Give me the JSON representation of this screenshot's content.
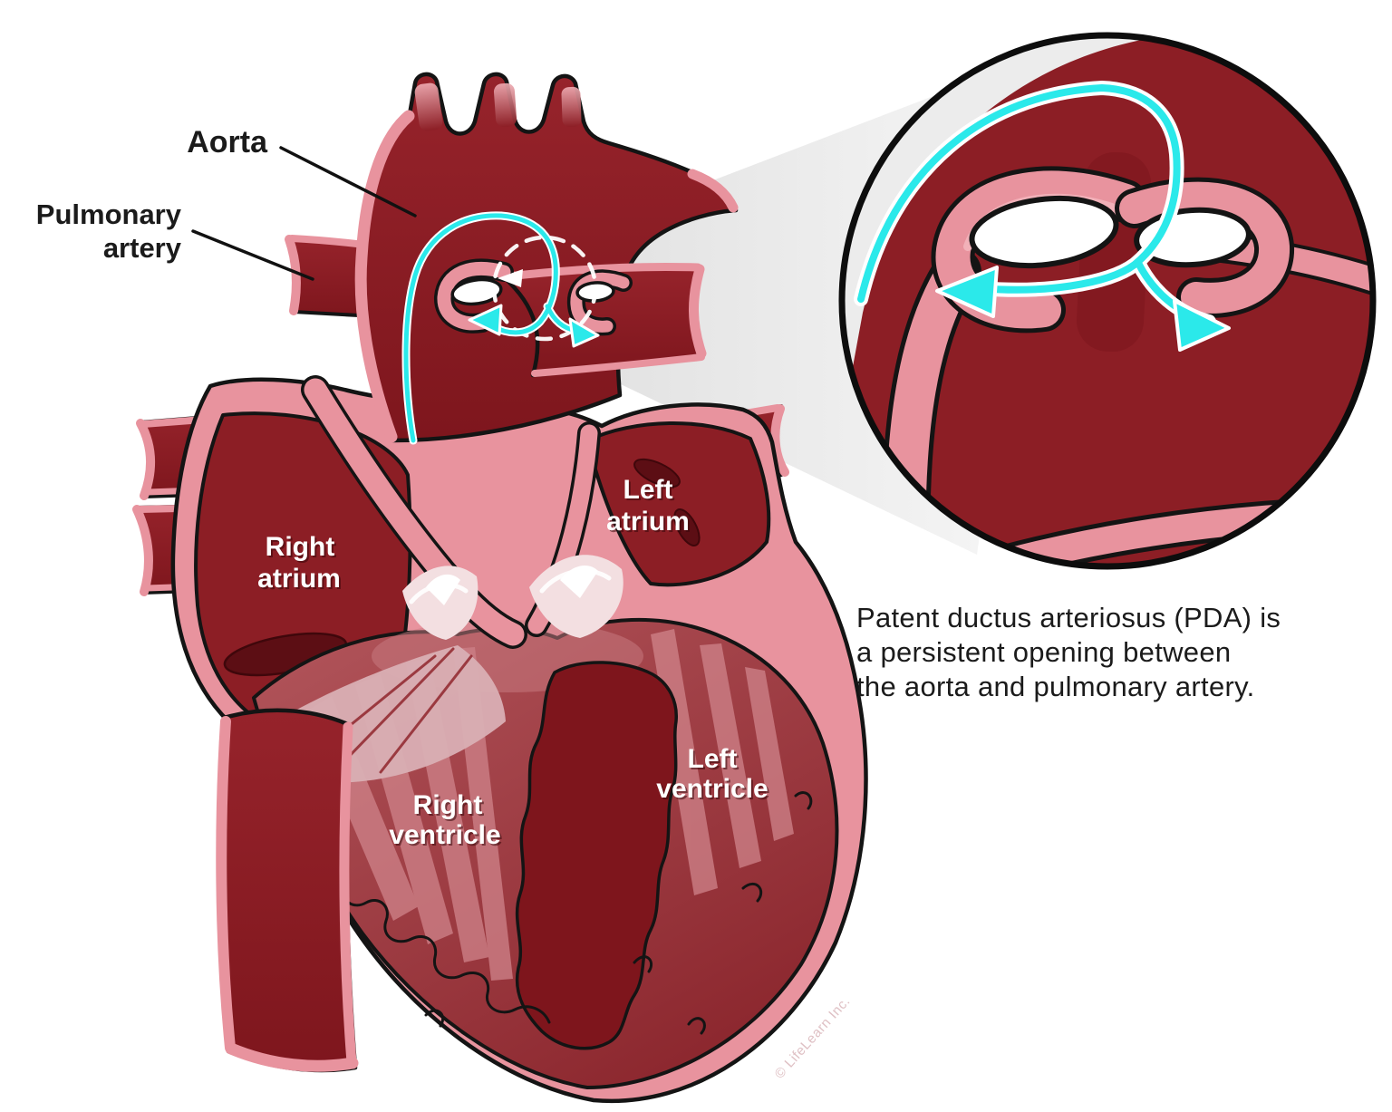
{
  "labels": {
    "aorta": "Aorta",
    "pulmonary_artery": {
      "line1": "Pulmonary",
      "line2": "artery"
    },
    "right_atrium": {
      "line1": "Right",
      "line2": "atrium"
    },
    "left_atrium": {
      "line1": "Left",
      "line2": "atrium"
    },
    "right_ventricle": {
      "line1": "Right",
      "line2": "ventricle"
    },
    "left_ventricle": {
      "line1": "Left",
      "line2": "ventricle"
    }
  },
  "caption": {
    "line1": "Patent ductus arteriosus (PDA) is",
    "line2": "a persistent opening between",
    "line3": "the aorta and pulmonary artery."
  },
  "credit": "© LifeLearn Inc.",
  "colors": {
    "blood_dark_red": "#8C1E25",
    "blood_darker_red": "#7A141B",
    "vessel_wall_pink": "#E8939E",
    "ventricle_red": "#A9474D",
    "pale_valve": "#F3DFE1",
    "flow_cyan": "#2BE9EA",
    "outline_black": "#141414",
    "beam_gray": "#E9E9E9"
  }
}
